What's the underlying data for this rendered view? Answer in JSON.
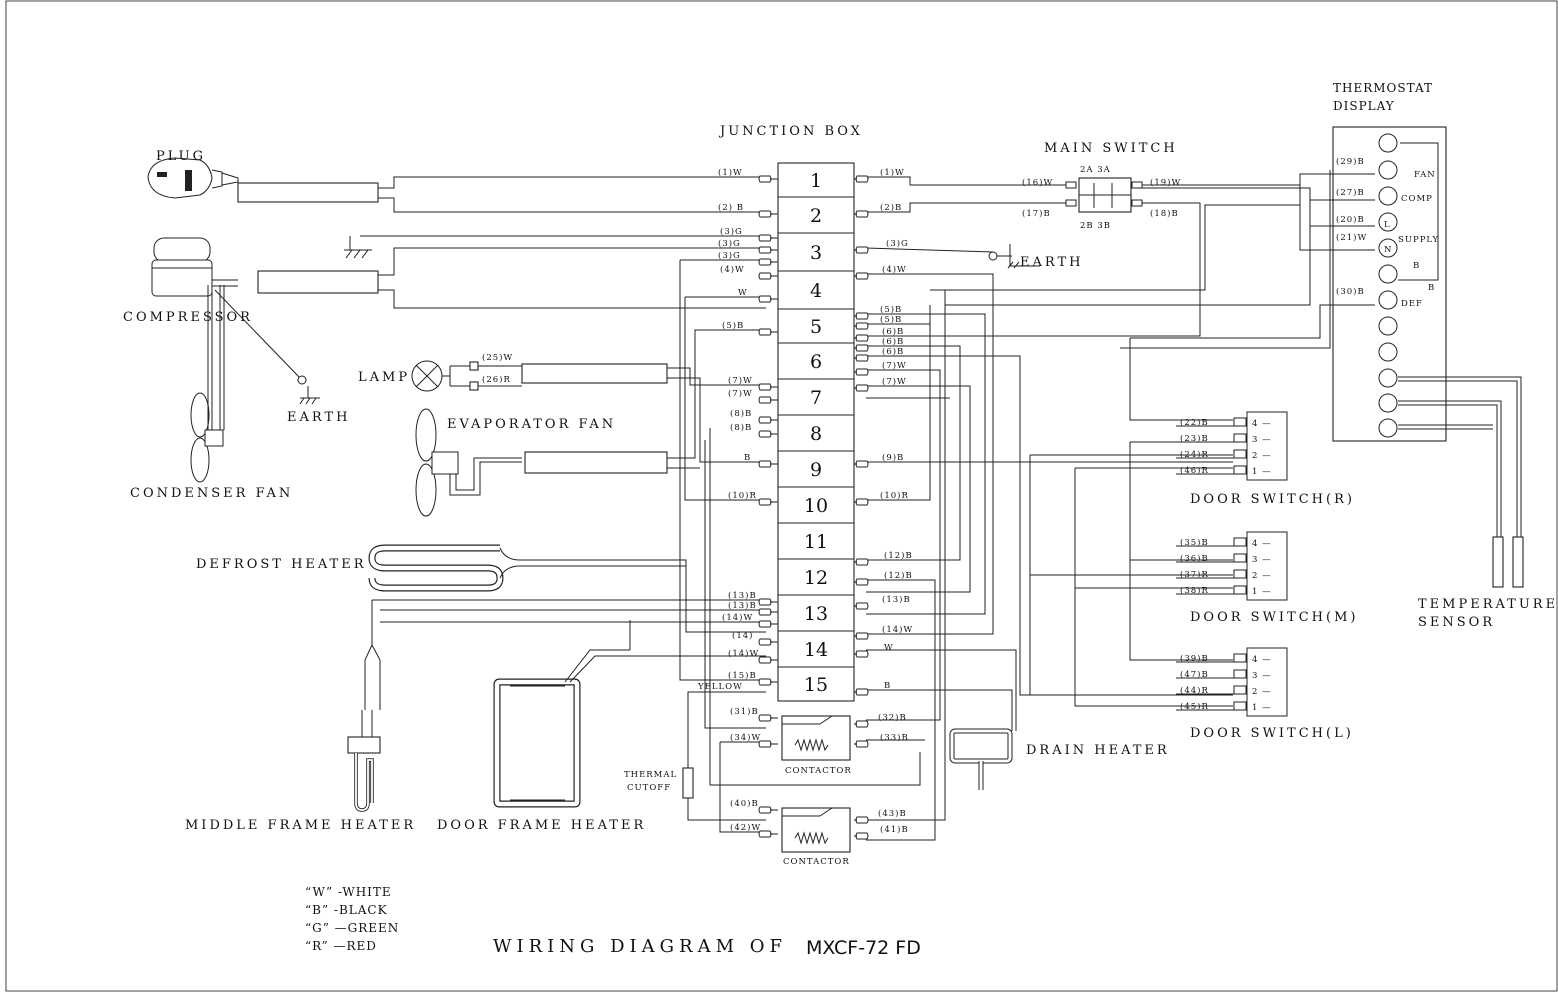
{
  "title": {
    "prefix": "WIRING DIAGRAM OF",
    "model": "MXCF-72 FD"
  },
  "components": {
    "plug": "PLUG",
    "compressor": "COMPRESSOR",
    "earth": "EARTH",
    "condenser_fan": "CONDENSER FAN",
    "lamp": "LAMP",
    "evaporator_fan": "EVAPORATOR FAN",
    "defrost_heater": "DEFROST HEATER",
    "middle_frame_heater": "MIDDLE FRAME HEATER",
    "door_frame_heater": "DOOR FRAME HEATER",
    "junction_box": "JUNCTION BOX",
    "main_switch": "MAIN SWITCH",
    "thermostat_display_1": "THERMOSTAT",
    "thermostat_display_2": "DISPLAY",
    "temperature_sensor_1": "TEMPERATURE",
    "temperature_sensor_2": "SENSOR",
    "door_switch_r": "DOOR SWITCH(R)",
    "door_switch_m": "DOOR SWITCH(M)",
    "door_switch_l": "DOOR SWITCH(L)",
    "drain_heater": "DRAIN HEATER",
    "thermal_cutoff_1": "THERMAL",
    "thermal_cutoff_2": "CUTOFF",
    "contactor": "CONTACTOR",
    "yellow": "YELLOW"
  },
  "main_switch_pins": {
    "top": "2A  3A",
    "bottom": "2B  3B"
  },
  "earth_right": "EARTH",
  "terminals": [
    "1",
    "2",
    "3",
    "4",
    "5",
    "6",
    "7",
    "8",
    "9",
    "10",
    "11",
    "12",
    "13",
    "14",
    "15"
  ],
  "thermostat_pins": [
    "FAN",
    "COMP",
    "L",
    "N",
    "SUPPLY",
    "B",
    "B",
    "DEF"
  ],
  "door_switch_pins": [
    "4",
    "3",
    "2",
    "1"
  ],
  "wire_labels": {
    "left": [
      "(1)W",
      "(2) B",
      "(3)G",
      "(3)G",
      "(3)G",
      "(4)W",
      "W",
      "(5)B",
      "(7)W",
      "(7)W",
      "(8)B",
      "(8)B",
      "B",
      "(10)R",
      "(13)B",
      "(13)B",
      "(14)W",
      "(14)",
      "(14)W",
      "(15)B",
      "(31)B",
      "(34)W",
      "(40)B",
      "(42)W",
      "(25)W",
      "(26)R"
    ],
    "right": [
      "(1)W",
      "(2)B",
      "(3)G",
      "(4)W",
      "(5)B",
      "(5)B",
      "(6)B",
      "(6)B",
      "(6)B",
      "(7)W",
      "(7)W",
      "(9)B",
      "(10)R",
      "(12)B",
      "(12)B",
      "(13)B",
      "(14)W",
      "W",
      "B",
      "(32)B",
      "(33)B",
      "(43)B",
      "(41)B"
    ],
    "main_switch": [
      "(16)W",
      "(17)B",
      "(19)W",
      "(18)B"
    ],
    "thermostat": [
      "(29)B",
      "(27)B",
      "(20)B",
      "(21)W",
      "(30)B"
    ],
    "door_r": [
      "(22)B",
      "(23)B",
      "(24)R",
      "(46)R"
    ],
    "door_m": [
      "(35)B",
      "(36)B",
      "(37)R",
      "(38)R"
    ],
    "door_l": [
      "(39)B",
      "(47)B",
      "(44)R",
      "(45)R"
    ]
  },
  "legend": [
    "“W” -WHITE",
    "“B” -BLACK",
    "“G” —GREEN",
    "“R” —RED"
  ]
}
